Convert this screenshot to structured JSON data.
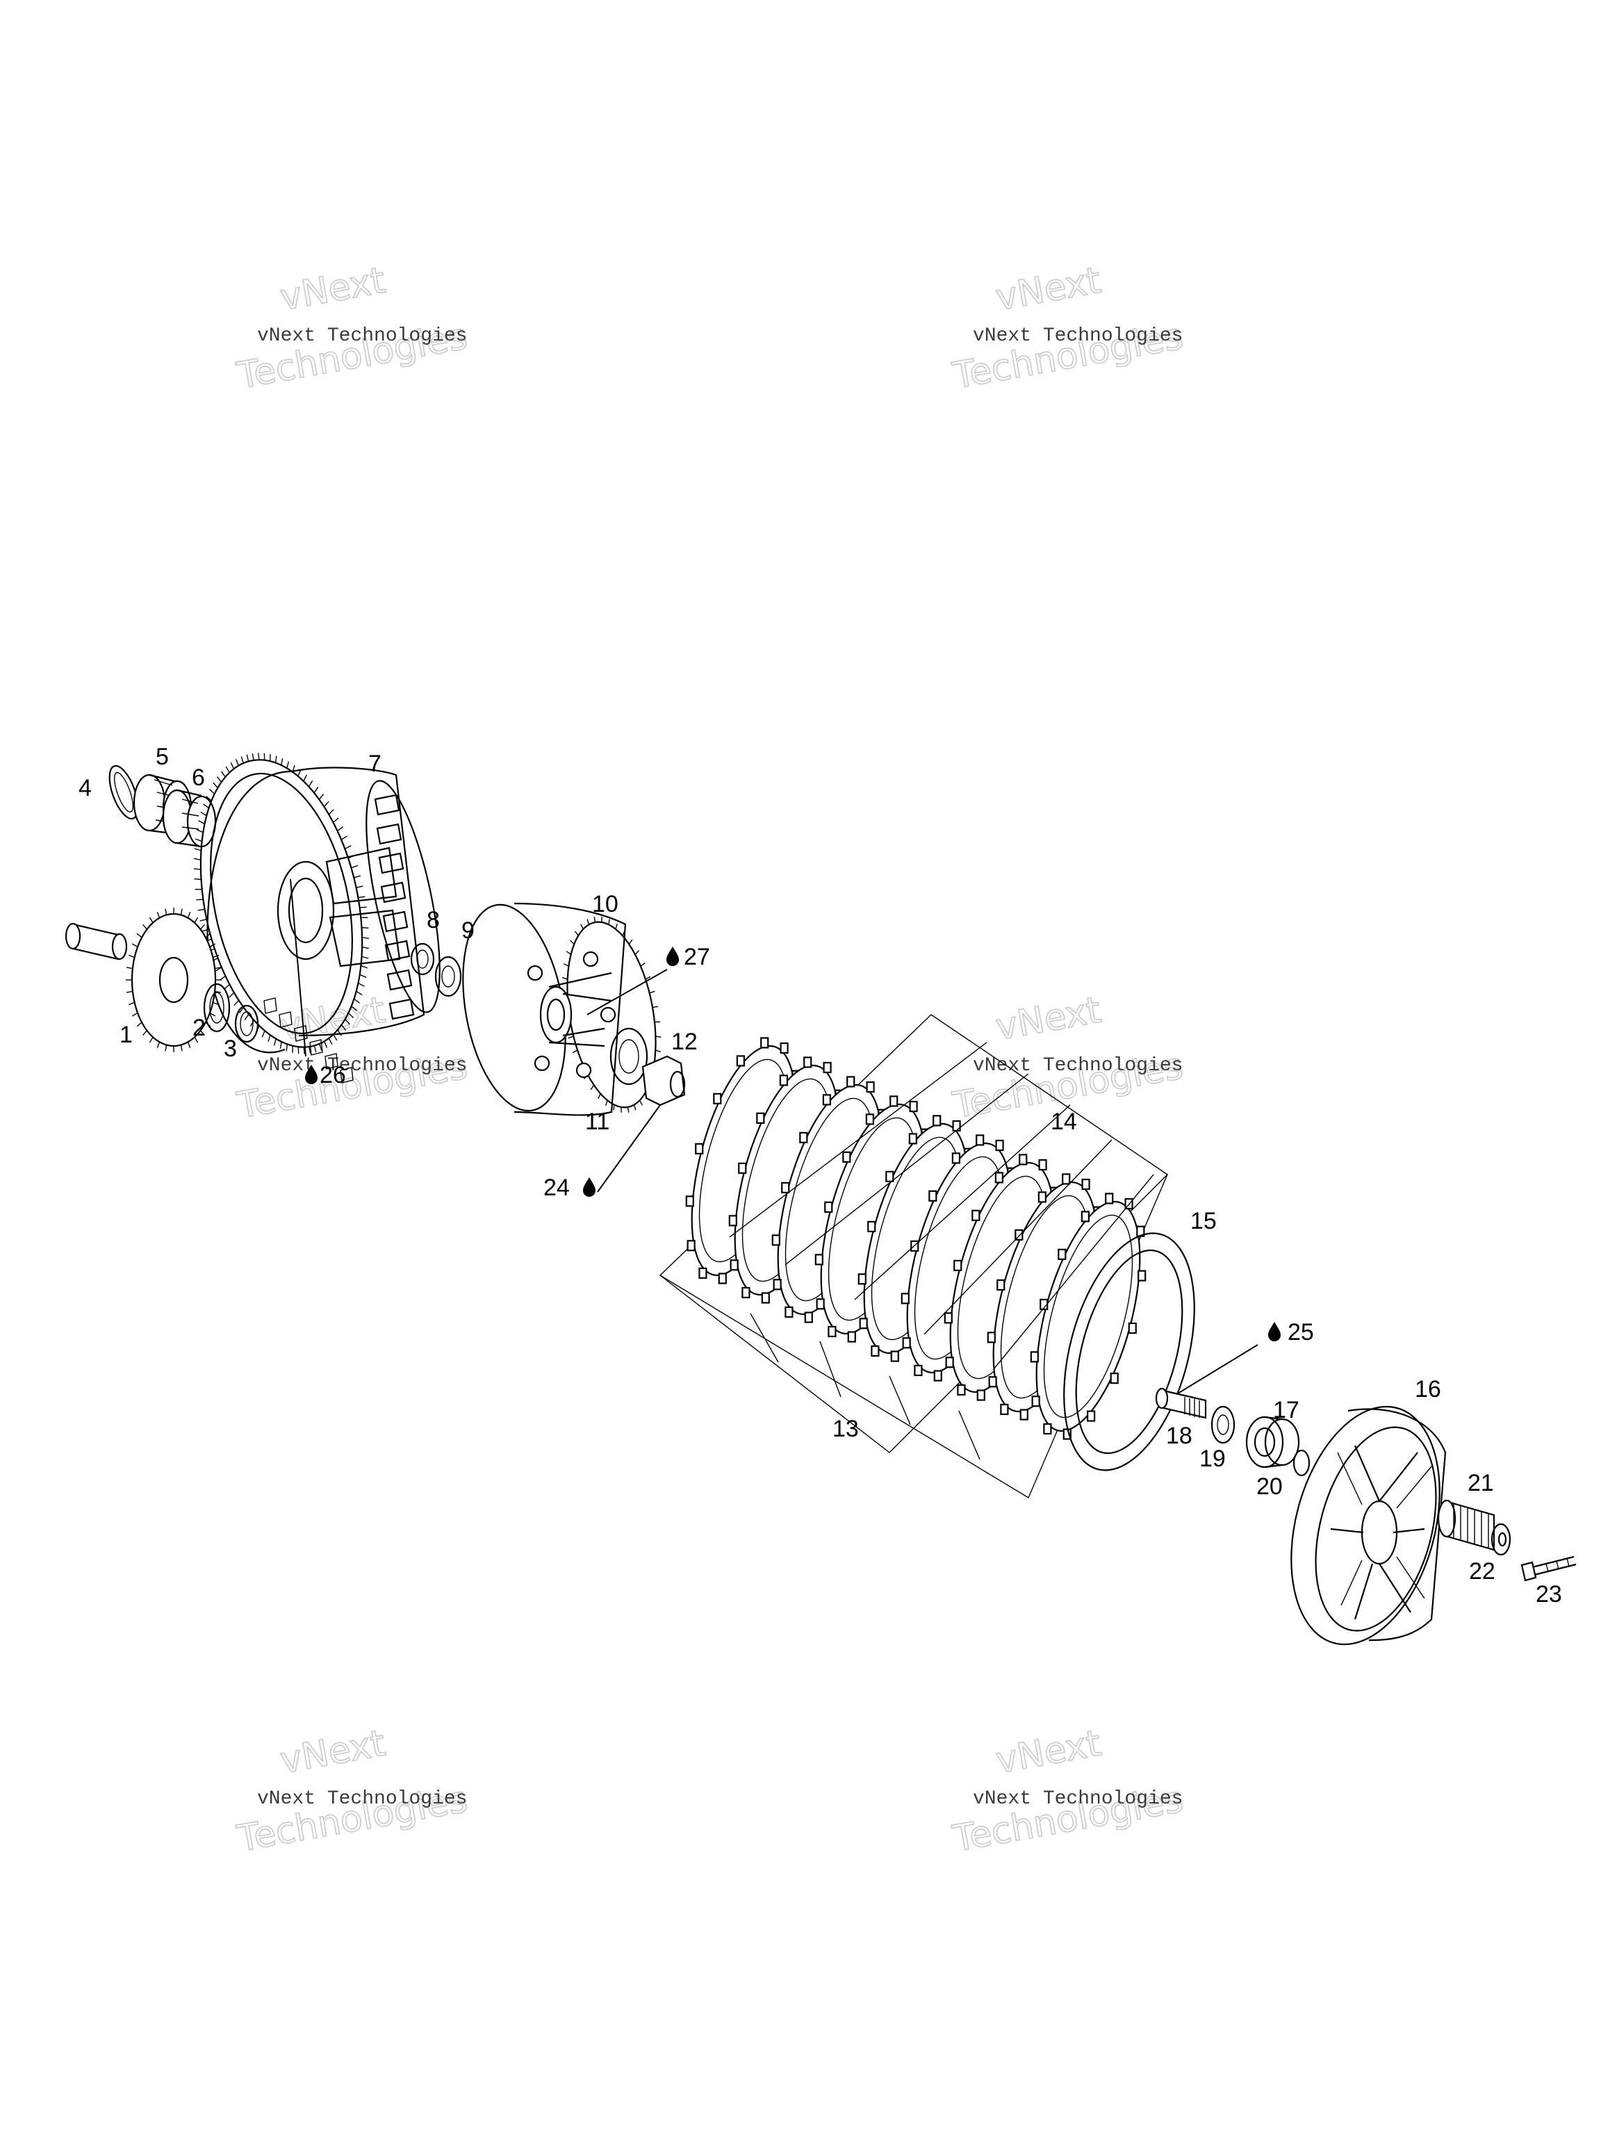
{
  "watermarks": [
    {
      "id": "wm-top-left",
      "small": "vNext Technologies",
      "big1": "vNext",
      "big2": "Technologies"
    },
    {
      "id": "wm-top-right",
      "small": "vNext Technologies",
      "big1": "vNext",
      "big2": "Technologies"
    },
    {
      "id": "wm-mid-left",
      "small": "vNext Technologies",
      "big1": "vNext",
      "big2": "Technologies"
    },
    {
      "id": "wm-mid-right",
      "small": "vNext Technologies",
      "big1": "vNext",
      "big2": "Technologies"
    },
    {
      "id": "wm-bot-left",
      "small": "vNext Technologies",
      "big1": "vNext",
      "big2": "Technologies"
    },
    {
      "id": "wm-bot-right",
      "small": "vNext Technologies",
      "big1": "vNext",
      "big2": "Technologies"
    }
  ],
  "callouts": {
    "c1": "1",
    "c2": "2",
    "c3": "3",
    "c4": "4",
    "c5": "5",
    "c6": "6",
    "c7": "7",
    "c8": "8",
    "c9": "9",
    "c10": "10",
    "c11": "11",
    "c12": "12",
    "c13": "13",
    "c14": "14",
    "c15": "15",
    "c16": "16",
    "c17": "17",
    "c18": "18",
    "c19": "19",
    "c20": "20",
    "c21": "21",
    "c22": "22",
    "c23": "23",
    "c24": "24",
    "c25": "25",
    "c26": "26",
    "c27": "27"
  },
  "icons": {
    "lubricant": "oil-drop-icon"
  }
}
